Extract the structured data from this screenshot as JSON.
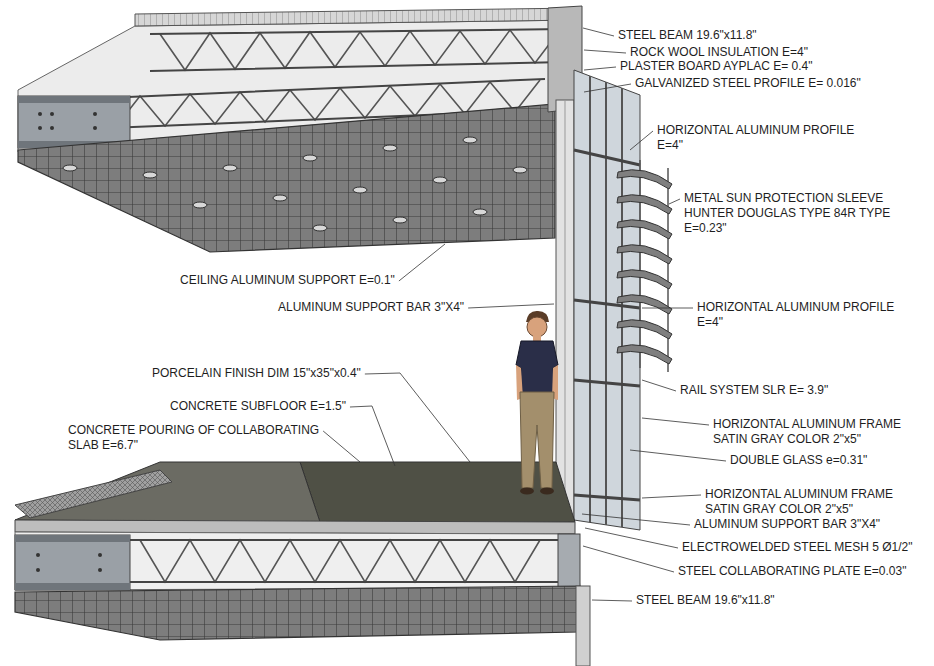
{
  "diagram": {
    "labels": [
      "STEEL BEAM 19.6\"x11.8\"",
      "ROCK WOOL INSULATION E=4\"",
      "PLASTER BOARD AYPLAC E= 0.4\"",
      "GALVANIZED STEEL PROFILE E= 0.016\"",
      "HORIZONTAL ALUMINUM PROFILE E=4\"",
      "METAL SUN PROTECTION SLEEVE HUNTER DOUGLAS TYPE 84R TYPE E=0.23\"",
      "CEILING ALUMINUM SUPPORT E=0.1\"",
      "ALUMINUM SUPPORT BAR 3\"X4\"",
      "HORIZONTAL ALUMINUM PROFILE E=4\"",
      "PORCELAIN FINISH DIM 15\"x35\"x0.4\"",
      "CONCRETE SUBFLOOR E=1.5\"",
      "CONCRETE POURING OF COLLABORATING SLAB E=6.7\"",
      "RAIL SYSTEM SLR E= 3.9\"",
      "HORIZONTAL ALUMINUM FRAME SATIN GRAY COLOR 2\"x5\"",
      "DOUBLE GLASS e=0.31\"",
      "HORIZONTAL ALUMINUM FRAME SATIN GRAY COLOR 2\"x5\"",
      "ALUMINUM SUPPORT BAR 3\"X4\"",
      "ELECTROWELDED STEEL MESH 5 Ø1/2\"",
      "STEEL COLLABORATING PLATE E=0.03\"",
      "STEEL BEAM 19.6\"x11.8\""
    ]
  }
}
